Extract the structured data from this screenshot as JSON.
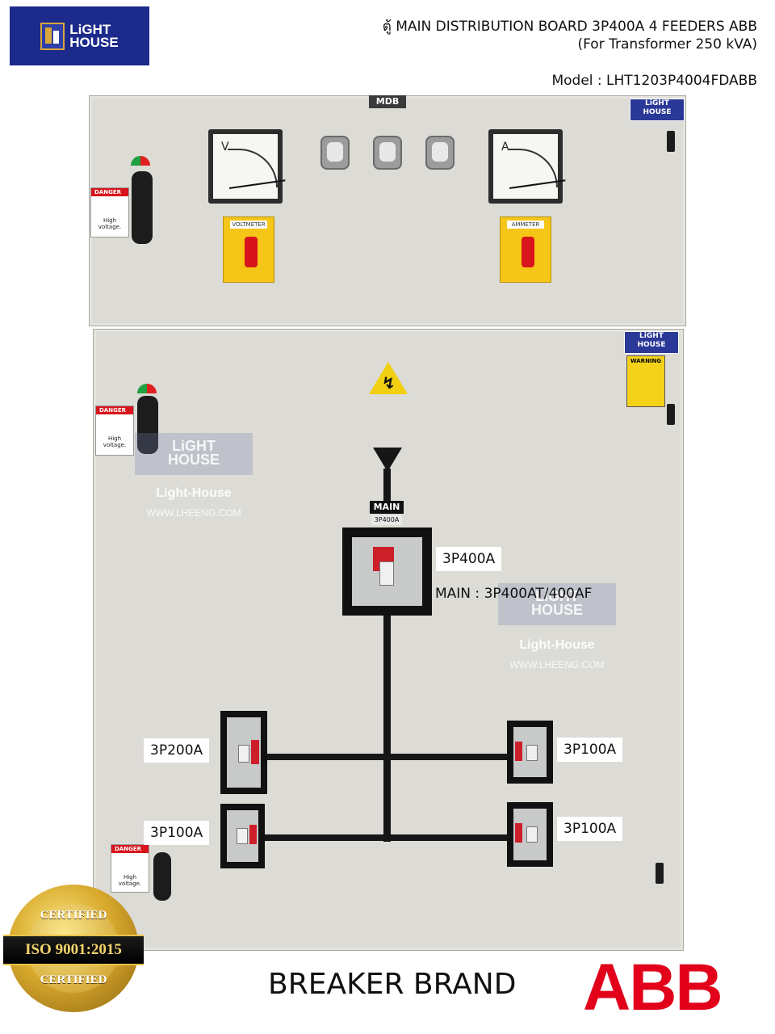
{
  "header": {
    "logo_line1": "LiGHT",
    "logo_line2": "HOUSE",
    "title_line1": "ตู้ MAIN DISTRIBUTION BOARD 3P400A 4 FEEDERS ABB",
    "title_line2": "(For Transformer 250 kVA)",
    "model": "Model : LHT1203P4004FDABB"
  },
  "cabinet": {
    "mdb_label": "MDB",
    "voltmeter_letter": "V",
    "ammeter_letter": "A",
    "voltmeter_selector": "VOLTMETER",
    "ammeter_selector": "AMMETER",
    "danger_label": "DANGER",
    "danger_text": "High voltage.",
    "panel_logo_line1": "LiGHT",
    "panel_logo_line2": "HOUSE",
    "warning_label": "WARNING",
    "main_label": "MAIN",
    "main_sub": "3P400A",
    "watermark_line1": "LiGHT",
    "watermark_line2": "HOUSE",
    "watermark_name": "Light-House",
    "watermark_url": "WWW.LHEENG.COM"
  },
  "callouts": {
    "main_breaker": "3P400A",
    "main_spec": "MAIN : 3P400AT/400AF",
    "feeder_left_top": "3P200A",
    "feeder_left_bottom": "3P100A",
    "feeder_right_top": "3P100A",
    "feeder_right_bottom": "3P100A"
  },
  "seal": {
    "top_word": "CERTIFIED",
    "band": "ISO 9001:2015",
    "bottom_word": "CERTIFIED"
  },
  "footer": {
    "breaker_brand": "BREAKER BRAND",
    "brand_logo": "ABB"
  },
  "colors": {
    "panel": "#dcdbd5",
    "brand_blue": "#1c2a8c",
    "abb_red": "#e2001a",
    "busbar": "#161616"
  }
}
